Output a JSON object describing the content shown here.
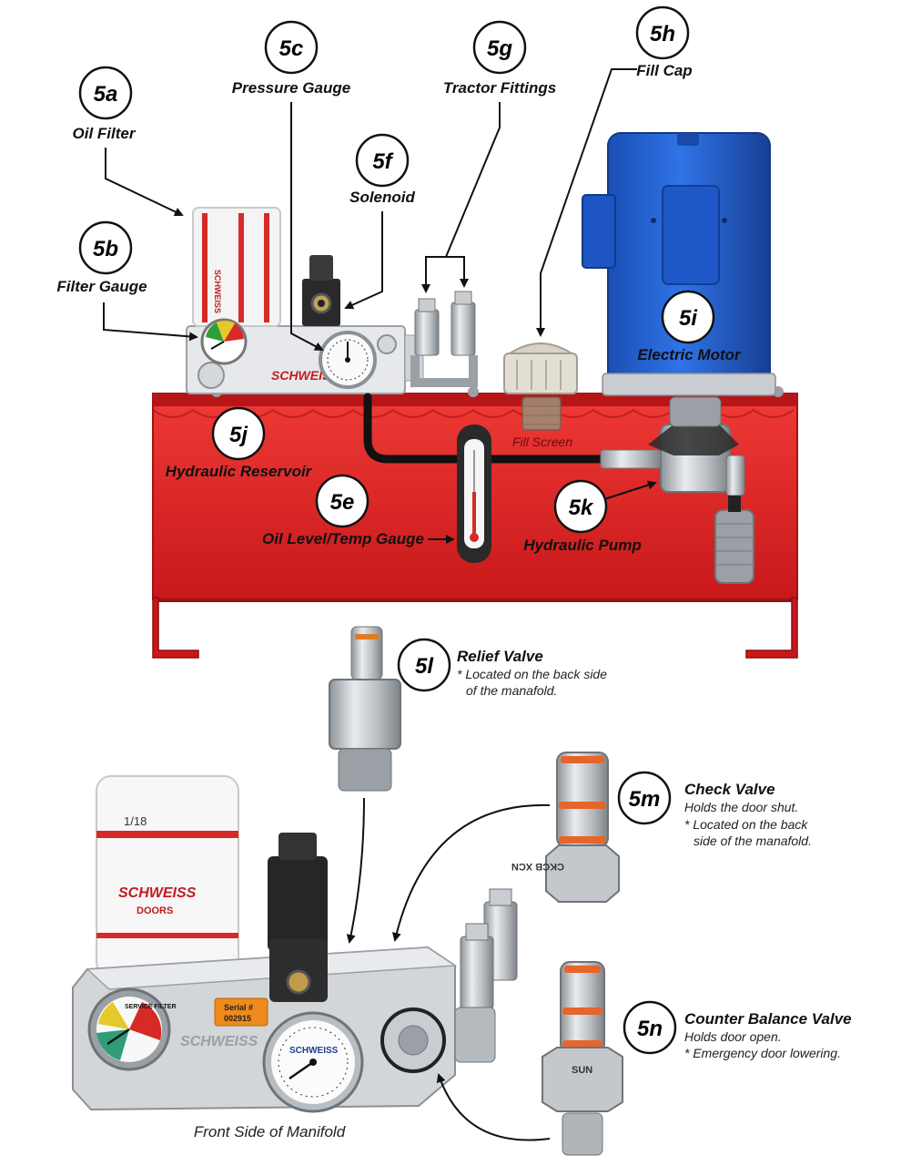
{
  "callouts": {
    "c5a": {
      "id": "5a",
      "label": "Oil Filter"
    },
    "c5b": {
      "id": "5b",
      "label": "Filter Gauge"
    },
    "c5c": {
      "id": "5c",
      "label": "Pressure Gauge"
    },
    "c5e": {
      "id": "5e",
      "label": "Oil Level/Temp Gauge"
    },
    "c5f": {
      "id": "5f",
      "label": "Solenoid"
    },
    "c5g": {
      "id": "5g",
      "label": "Tractor Fittings"
    },
    "c5h": {
      "id": "5h",
      "label": "Fill Cap"
    },
    "c5i": {
      "id": "5i",
      "label": "Electric Motor"
    },
    "c5j": {
      "id": "5j",
      "label": "Hydraulic Reservoir"
    },
    "c5k": {
      "id": "5k",
      "label": "Hydraulic Pump"
    },
    "c5l": {
      "id": "5l",
      "label": "Relief Valve",
      "note1": "* Located on the back side",
      "note2": "of the manafold."
    },
    "c5m": {
      "id": "5m",
      "label": "Check Valve",
      "note1": "Holds the door shut.",
      "note2": "* Located on the back",
      "note3": "side of the manafold."
    },
    "c5n": {
      "id": "5n",
      "label": "Counter Balance Valve",
      "note1": "Holds door open.",
      "note2": "* Emergency door lowering."
    }
  },
  "labels": {
    "fill_screen": "Fill Screen",
    "front_side": "Front Side of Manifold"
  },
  "product_text": {
    "filter_label": "1/18",
    "serial_label": "Serial #",
    "serial_number": "002915",
    "service_filter": "SERVICE FILTER",
    "brand": "SCHWEISS",
    "brand_sub": "DOORS",
    "valve_mark_m": "CKCB XCN",
    "valve_mark_n": "SUN"
  },
  "colors": {
    "reservoir_red": "#d41f1f",
    "motor_blue": "#1f5fd0",
    "manifold_silver": "#c9ccd0"
  }
}
